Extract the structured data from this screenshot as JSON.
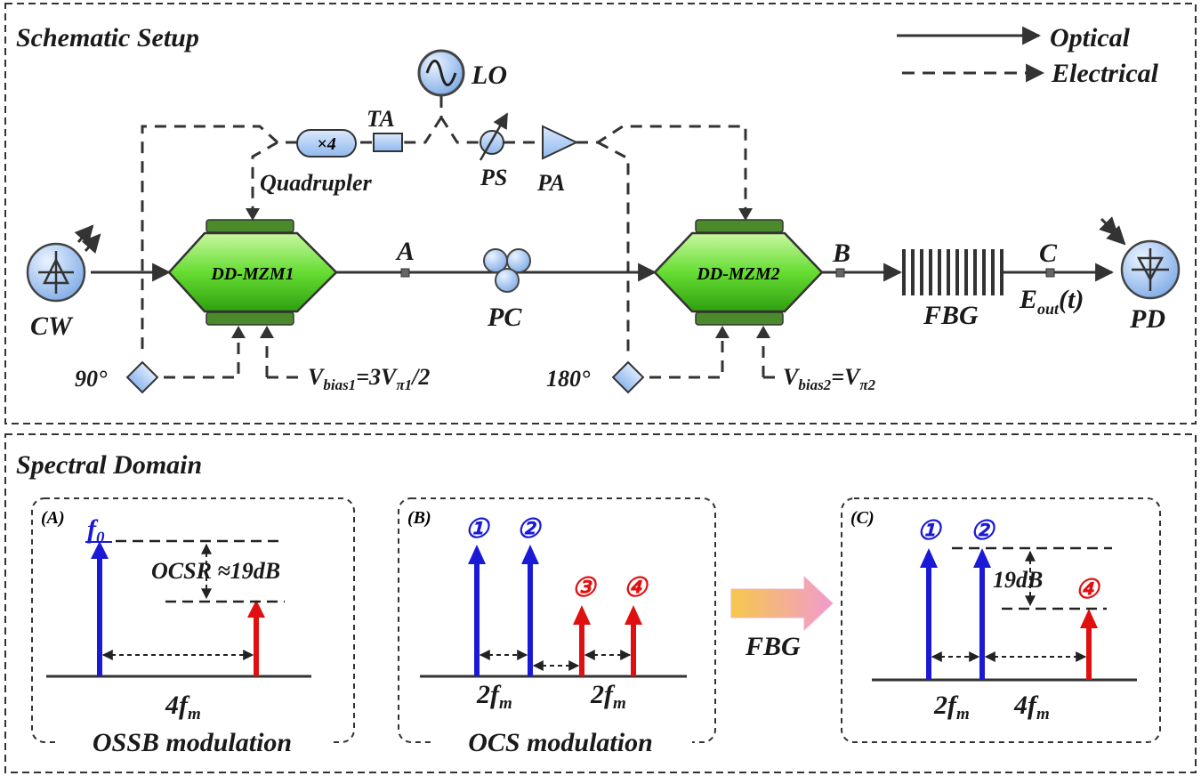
{
  "colors": {
    "modulator_green": "#66dd33",
    "component_blue": "#9cc4f4",
    "carrier_blue": "#1a1ad6",
    "sideband_red": "#e01010",
    "dark": "#2b2b2b"
  },
  "setup": {
    "title": "Schematic Setup",
    "legend": {
      "optical": "Optical",
      "electrical": "Electrical"
    },
    "components": {
      "laser": "CW",
      "mod1": "DD-MZM1",
      "mod2": "DD-MZM2",
      "pc": "PC",
      "fbg": "FBG",
      "pd": "PD",
      "lo": "LO",
      "ta": "TA",
      "multiplier_symbol": "×4",
      "quadrupler": "Quadrupler",
      "ps": "PS",
      "pa": "PA",
      "hybrid1": "90°",
      "hybrid2": "180°"
    },
    "points": {
      "a": "A",
      "b": "B",
      "c": "C"
    },
    "eout": {
      "main": "E",
      "sub": "out",
      "tail": "(t)"
    },
    "bias1": {
      "v": "V",
      "sub": "bias1",
      "eq": "=3V",
      "sub2": "π1",
      "tail": "/2"
    },
    "bias2": {
      "v": "V",
      "sub": "bias2",
      "eq": "=V",
      "sub2": "π2"
    }
  },
  "spectral": {
    "title": "Spectral Domain",
    "arrow_label": "FBG",
    "panel_a": {
      "tag": "(A)",
      "carrier": {
        "main": "f",
        "sub": "0"
      },
      "ocsr": "OCSR ≈19dB",
      "spacing": {
        "main": "4f",
        "sub": "m"
      },
      "caption": "OSSB modulation"
    },
    "panel_b": {
      "tag": "(B)",
      "markers": [
        "①",
        "②",
        "③",
        "④"
      ],
      "spacing1": {
        "main": "2f",
        "sub": "m"
      },
      "spacing2": {
        "main": "2f",
        "sub": "m"
      },
      "caption": "OCS modulation"
    },
    "panel_c": {
      "tag": "(C)",
      "markers": [
        "①",
        "②",
        "④"
      ],
      "ratio": "19dB",
      "spacing1": {
        "main": "2f",
        "sub": "m"
      },
      "spacing2": {
        "main": "4f",
        "sub": "m"
      }
    }
  }
}
